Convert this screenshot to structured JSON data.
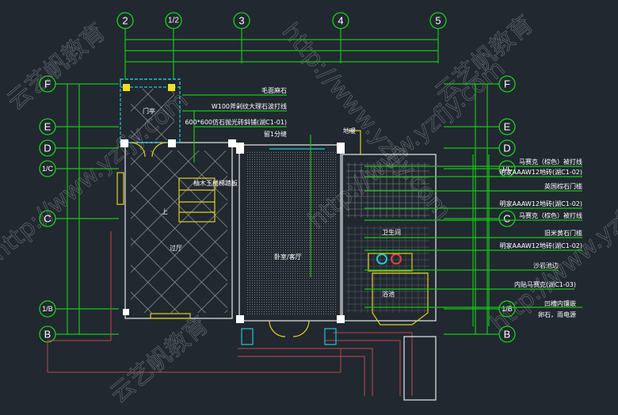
{
  "axes": {
    "columns": [
      "2",
      "1/2",
      "3",
      "4",
      "5"
    ],
    "rows": [
      "F",
      "E",
      "D",
      "1/C",
      "C",
      "1/B",
      "B"
    ]
  },
  "notes_top": [
    "毛面麻石",
    "W100斧剁纹大理石波打线",
    "600*600仿石抛光砖斜铺(湖C1-01)",
    "留1分缝"
  ],
  "notes_right": [
    "马赛克（棕色）被打线",
    "明家AAAW12地砖(湖C1-02)",
    "英国棕石门槛",
    "明家AAAW12地砖(湖C1-02)",
    "马赛克（棕色）被打线",
    "旧米黄石门槛",
    "明家AAAW12地砖(湖C1-02)",
    "沙岩池边",
    "内贴马赛克(湖C1-03)",
    "凹槽内镶嵌",
    "卵石，雨电源"
  ],
  "rooms": {
    "pavilion": "门亭",
    "floor_heating": "地暖",
    "stair_tread": "柚木王楼梯踏板",
    "up": "上",
    "hall": "过厅",
    "bedroom_living": "卧室/客厅",
    "bathroom": "卫生间",
    "bath_pool": "浴池"
  },
  "watermarks": [
    "云艺帆教育",
    "http://www.yzfjy.com"
  ],
  "colors": {
    "background": "#212830",
    "axis": "#16c416",
    "wall": "#e8e8e8",
    "door": "#e0d020",
    "pipe": "#c04848"
  }
}
